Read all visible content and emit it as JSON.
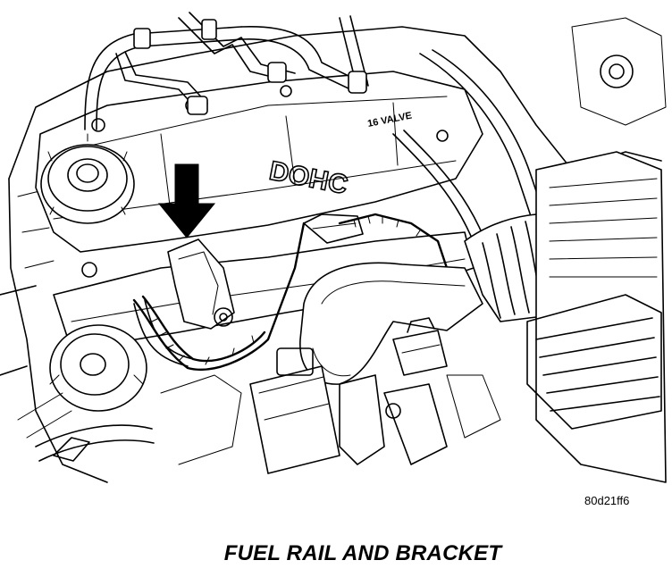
{
  "figure": {
    "code": "80d21ff6",
    "caption": "FUEL RAIL AND BRACKET"
  },
  "labels": {
    "valve_cover_main": "DOHC",
    "valve_cover_sub": "16 VALVE"
  },
  "icons": {
    "pointer": "down-arrow-icon"
  },
  "colors": {
    "ink": "#000000",
    "paper": "#ffffff"
  }
}
